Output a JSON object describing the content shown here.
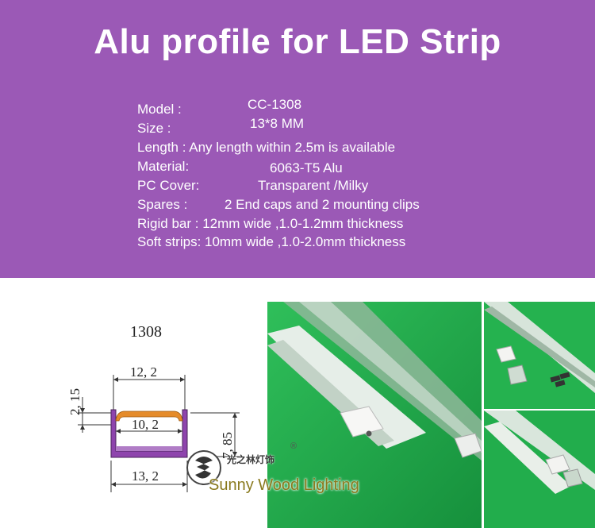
{
  "banner": {
    "title": "Alu profile for LED Strip",
    "background_color": "#9b59b6",
    "specs": {
      "model_label": "Model :",
      "model_value": "CC-1308",
      "size_label": "Size   :",
      "size_value": "13*8 MM",
      "length_line": "Length : Any length within 2.5m is available",
      "material_label": "Material:",
      "material_value": "6063-T5 Alu",
      "cover_label": "PC Cover:",
      "cover_value": "Transparent /Milky",
      "spares_label": "Spares  :",
      "spares_value": "2 End caps and 2 mounting clips",
      "rigid_line": "Rigid bar : 12mm wide ,1.0-1.2mm thickness",
      "soft_line": "Soft strips: 10mm wide ,1.0-2.0mm thickness"
    }
  },
  "drawing": {
    "model_number": "1308",
    "dim_top_width": "12, 2",
    "dim_inner_width": "10, 2",
    "dim_bottom_width": "13, 2",
    "dim_left_height": "2, 15",
    "dim_right_height": "7, 85",
    "profile_color": "#8e44ad",
    "cover_color": "#e58b2a"
  },
  "watermark": {
    "chinese": "光之林灯饰",
    "registered": "®",
    "company": "Sunny Wood Lighting"
  },
  "photos": {
    "background_color": "#1ea64a"
  }
}
